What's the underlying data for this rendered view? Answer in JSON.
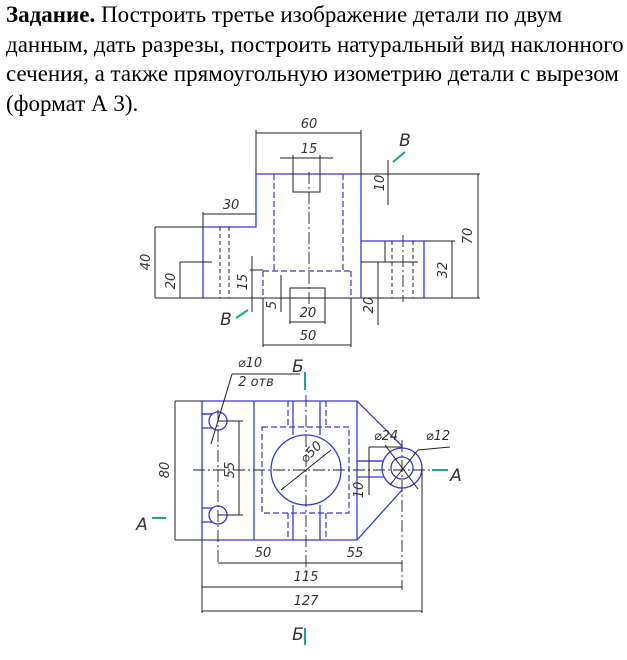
{
  "task": {
    "title": "Задание.",
    "body": " Построить третье изображение детали по двум данным, дать разрезы, построить натуральный вид наклонного сечения, а также прямоугольную изометрию детали с вырезом (формат А 3)."
  },
  "front_view": {
    "dims": [
      "60",
      "15",
      "10",
      "70",
      "30",
      "40",
      "20",
      "15",
      "5",
      "20",
      "50",
      "20",
      "32"
    ],
    "section_labels": [
      "В",
      "В"
    ]
  },
  "top_view": {
    "dims": [
      "⌀10",
      "2 отв",
      "80",
      "55",
      "⌀50",
      "⌀24",
      "⌀12",
      "10",
      "50",
      "55",
      "115",
      "127"
    ],
    "section_labels": [
      "Б",
      "Б",
      "А",
      "А"
    ]
  },
  "colors": {
    "outline": "#3a3ad0",
    "section_mark": "#1aa39a",
    "dimension": "#222222"
  }
}
